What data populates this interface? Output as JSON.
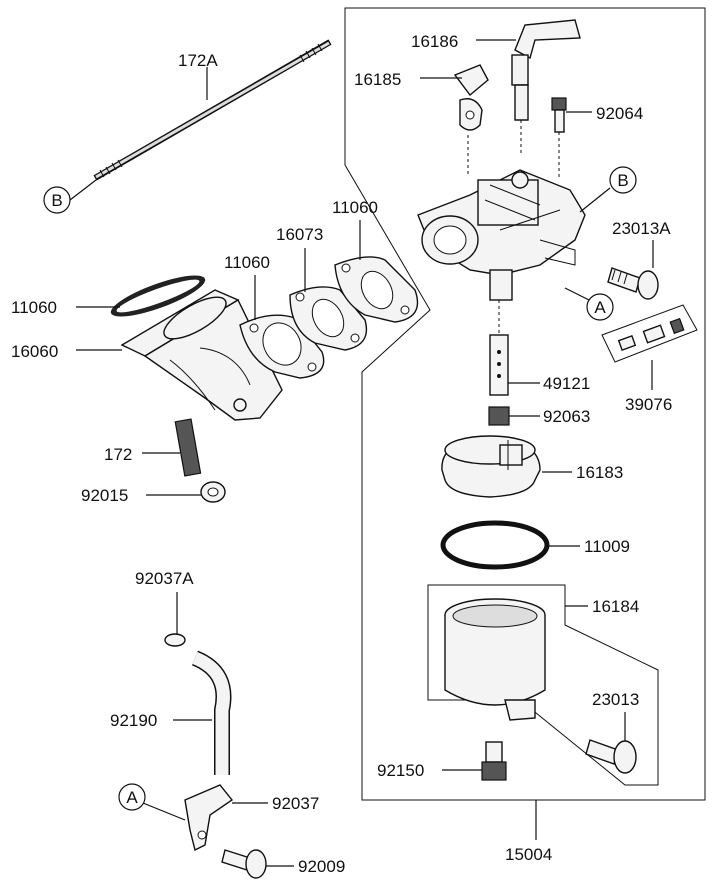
{
  "labels": {
    "p172A": "172A",
    "p16186": "16186",
    "p16185": "16185",
    "p92064": "92064",
    "p11060a": "11060",
    "p16073": "16073",
    "p11060b": "11060",
    "p11060c": "11060",
    "p16060": "16060",
    "p23013A": "23013A",
    "p49121": "49121",
    "p39076": "39076",
    "p92063": "92063",
    "p172": "172",
    "p92015": "92015",
    "p16183": "16183",
    "p11009": "11009",
    "p92037A": "92037A",
    "p16184": "16184",
    "p23013": "23013",
    "p92190": "92190",
    "p92150": "92150",
    "p92037": "92037",
    "p92009": "92009",
    "p15004": "15004"
  },
  "callouts": {
    "a1": "A",
    "a2": "A",
    "b1": "B",
    "b2": "B"
  }
}
